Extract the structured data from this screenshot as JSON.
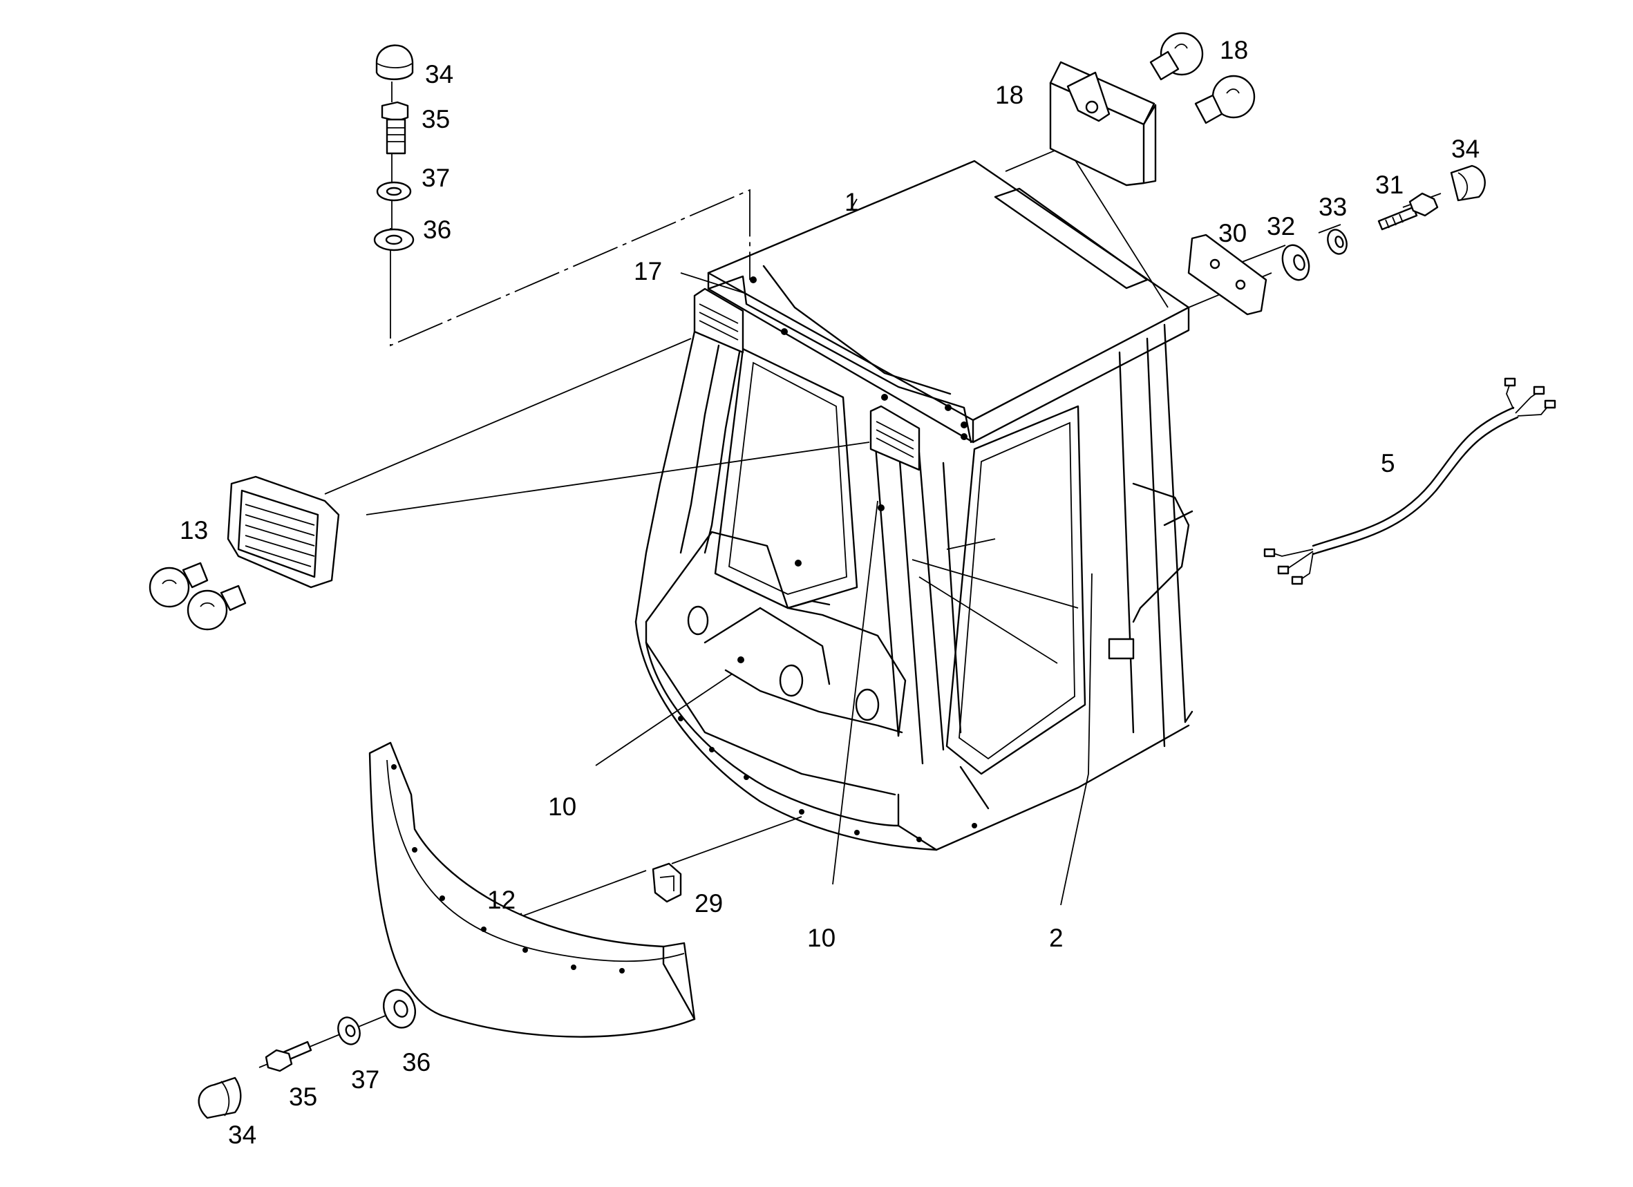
{
  "diagram": {
    "callouts": {
      "c1": "1",
      "c2": "2",
      "c5": "5",
      "c10a": "10",
      "c10b": "10",
      "c12": "12",
      "c13": "13",
      "c17": "17",
      "c18a": "18",
      "c18b": "18",
      "c29": "29",
      "c30": "30",
      "c31": "31",
      "c32": "32",
      "c33": "33",
      "c34a": "34",
      "c34b": "34",
      "c34c": "34",
      "c35a": "35",
      "c35b": "35",
      "c36a": "36",
      "c36b": "36",
      "c37a": "37",
      "c37b": "37"
    }
  }
}
